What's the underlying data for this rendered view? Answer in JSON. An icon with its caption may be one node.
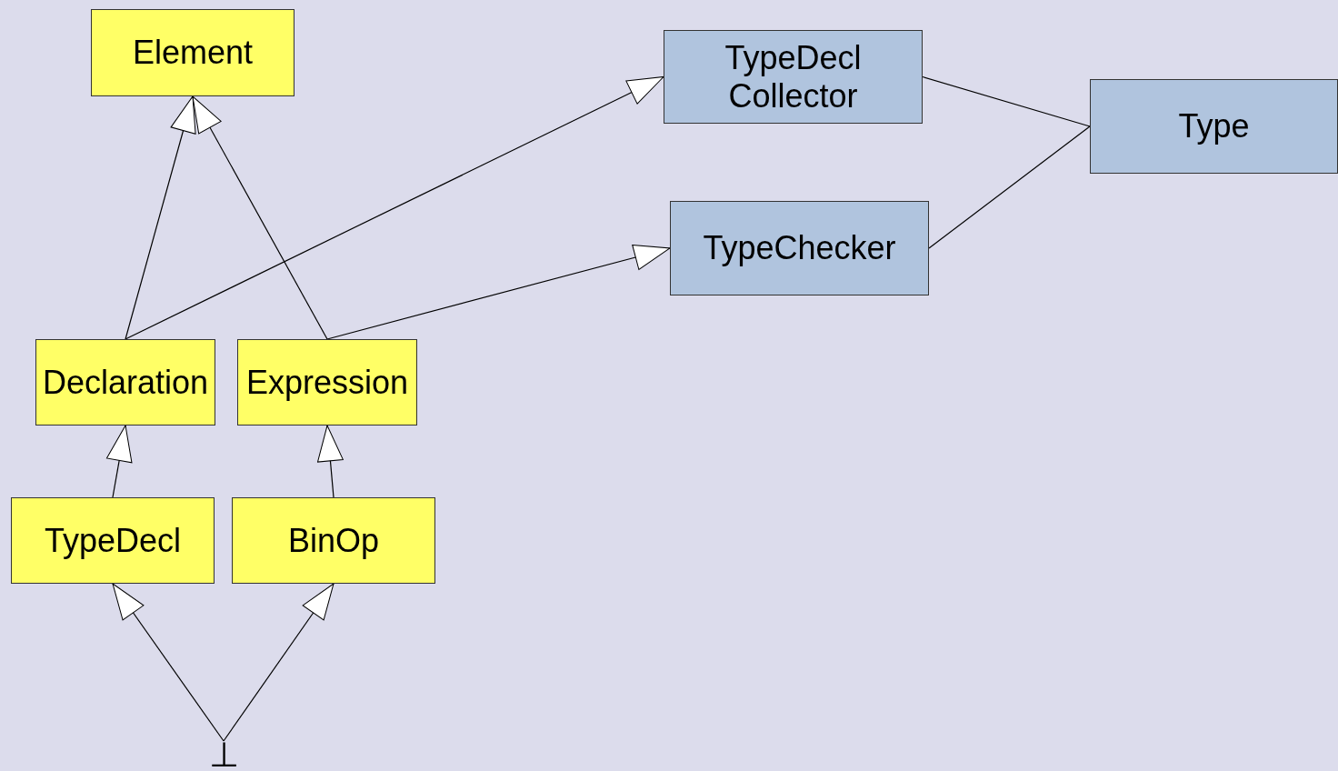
{
  "diagram": {
    "nodes": [
      {
        "text": [
          "Element"
        ]
      },
      {
        "text": [
          "TypeDecl Collector"
        ]
      },
      {
        "text": [
          "Type"
        ]
      },
      {
        "text": [
          "TypeChecker"
        ]
      },
      {
        "text": [
          "Declaration"
        ]
      },
      {
        "text": [
          "Expression"
        ]
      },
      {
        "text": [
          "TypeDecl"
        ]
      },
      {
        "text": [
          "BinOp"
        ]
      },
      {
        "text": [
          "⊥"
        ]
      }
    ],
    "edges": [
      {
        "from": 4,
        "to": 0,
        "arrow": "to"
      },
      {
        "from": 5,
        "to": 0,
        "arrow": "to"
      },
      {
        "from": 4,
        "to": 1,
        "arrow": "to"
      },
      {
        "from": 5,
        "to": 3,
        "arrow": "to"
      },
      {
        "from": 1,
        "to": 2,
        "arrow": "none"
      },
      {
        "from": 3,
        "to": 2,
        "arrow": "none"
      },
      {
        "from": 6,
        "to": 4,
        "arrow": "to"
      },
      {
        "from": 7,
        "to": 5,
        "arrow": "to"
      },
      {
        "from": 8,
        "to": 6,
        "arrow": "to"
      },
      {
        "from": 8,
        "to": 7,
        "arrow": "to"
      }
    ]
  }
}
